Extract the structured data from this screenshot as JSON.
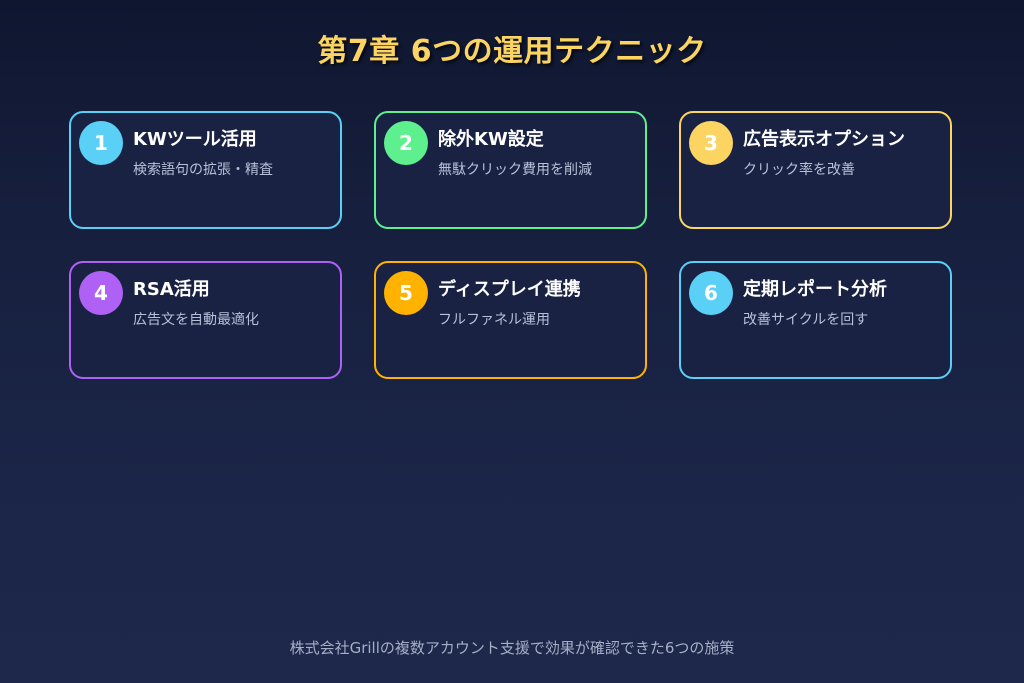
{
  "title": "第7章 6つの運用テクニック",
  "cards": [
    {
      "num": "1",
      "title": "KWツール活用",
      "subtitle": "検索語句の拡張・精査",
      "color": "#5ad0f7"
    },
    {
      "num": "2",
      "title": "除外KW設定",
      "subtitle": "無駄クリック費用を削減",
      "color": "#5ef08f"
    },
    {
      "num": "3",
      "title": "広告表示オプション",
      "subtitle": "クリック率を改善",
      "color": "#fcd462"
    },
    {
      "num": "4",
      "title": "RSA活用",
      "subtitle": "広告文を自動最適化",
      "color": "#b061f5"
    },
    {
      "num": "5",
      "title": "ディスプレイ連携",
      "subtitle": "フルファネル運用",
      "color": "#ffb300"
    },
    {
      "num": "6",
      "title": "定期レポート分析",
      "subtitle": "改善サイクルを回す",
      "color": "#5ad0f7"
    }
  ],
  "footer": "株式会社Grillの複数アカウント支援で効果が確認できた6つの施策"
}
